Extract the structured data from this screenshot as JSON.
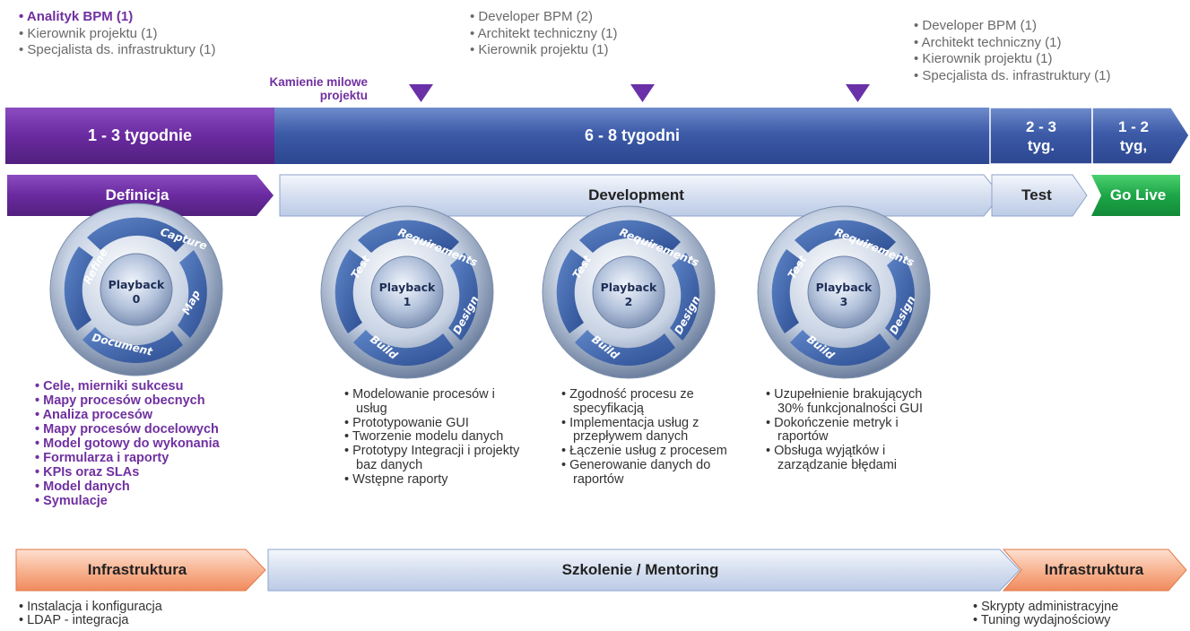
{
  "top_roles": {
    "left": [
      {
        "text": "Analityk BPM (1)",
        "highlight": true
      },
      {
        "text": "Kierownik projektu (1)",
        "highlight": false
      },
      {
        "text": "Specjalista ds. infrastruktury (1)",
        "highlight": false
      }
    ],
    "middle": [
      {
        "text": "Developer BPM (2)"
      },
      {
        "text": "Architekt techniczny (1)"
      },
      {
        "text": "Kierownik projektu (1)"
      }
    ],
    "right": [
      {
        "text": "Developer BPM (1)"
      },
      {
        "text": "Architekt techniczny (1)"
      },
      {
        "text": "Kierownik projektu (1)"
      },
      {
        "text": "Specjalista ds. infrastruktury (1)"
      }
    ]
  },
  "milestones": {
    "label_line1": "Kamienie milowe",
    "label_line2": "projektu",
    "count": 3
  },
  "timeline": {
    "definition_duration": "1 - 3 tygodnie",
    "development_duration": "6 - 8 tygodni",
    "test_duration_line1": "2 - 3",
    "test_duration_line2": "tyg.",
    "golive_duration_line1": "1 - 2",
    "golive_duration_line2": "tyg,"
  },
  "phases": {
    "definition": "Definicja",
    "development": "Development",
    "test": "Test",
    "golive": "Go Live"
  },
  "playbacks": [
    {
      "center_line1": "Playback",
      "center_line2": "0",
      "segments": [
        "Capture",
        "Map",
        "Document",
        "Refine"
      ]
    },
    {
      "center_line1": "Playback",
      "center_line2": "1",
      "segments": [
        "Requirements",
        "Design",
        "Build",
        "Test"
      ]
    },
    {
      "center_line1": "Playback",
      "center_line2": "2",
      "segments": [
        "Requirements",
        "Design",
        "Build",
        "Test"
      ]
    },
    {
      "center_line1": "Playback",
      "center_line2": "3",
      "segments": [
        "Requirements",
        "Design",
        "Build",
        "Test"
      ]
    }
  ],
  "definition_tasks": [
    "Cele, mierniki sukcesu",
    "Mapy procesów obecnych",
    "Analiza procesów",
    "Mapy procesów docelowych",
    "Model gotowy do wykonania",
    "Formularza i raporty",
    "KPIs oraz SLAs",
    "Model danych",
    "Symulacje"
  ],
  "playback1_tasks": [
    "Modelowanie procesów i usług",
    "Prototypowanie GUI",
    "Tworzenie modelu danych",
    "Prototypy Integracji i projekty baz danych",
    "Wstępne raporty"
  ],
  "playback2_tasks": [
    "Zgodność procesu ze specyfikacją",
    "Implementacja usług z przepływem danych",
    "Łączenie usług z procesem",
    "Generowanie danych do raportów"
  ],
  "playback3_tasks": [
    "Uzupełnienie brakujących 30% funkcjonalności GUI",
    "Dokończenie metryk i raportów",
    "Obsługa wyjątków i zarządzanie błędami"
  ],
  "bottom_bar": {
    "left": "Infrastruktura",
    "middle": "Szkolenie / Mentoring",
    "right": "Infrastruktura"
  },
  "bottom_tasks": {
    "left": [
      "Instalacja i konfiguracja",
      "LDAP - integracja"
    ],
    "right": [
      "Skrypty administracyjne",
      "Tuning wydajnościowy"
    ]
  },
  "colors": {
    "purple": "#7030a0",
    "blue_dark": "#3a58a8",
    "blue_light": "#dfe6f4",
    "green": "#1faa4a",
    "orange": "#f6a27a"
  }
}
